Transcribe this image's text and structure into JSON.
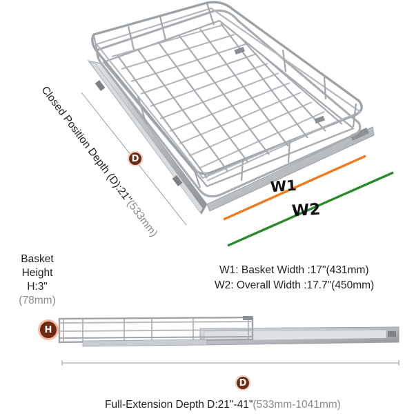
{
  "closed_depth": {
    "badge": "D",
    "label": "Closed Position Depth (D):21\"",
    "metric": "(533mm)"
  },
  "widths": {
    "w1_tag": "W1",
    "w2_tag": "W2",
    "w1_text": "W1: Basket Width :17\"(431mm)",
    "w2_text": "W2: Overall Width :17.7\"(450mm)",
    "w1_color": "#f07a1a",
    "w2_color": "#2a8a2a"
  },
  "height": {
    "line1": "Basket",
    "line2": "Height",
    "line3": "H:3\"",
    "metric": "(78mm)",
    "badge": "H"
  },
  "full_depth": {
    "badge": "D",
    "label": "Full-Extension Depth D:21\"-41\"",
    "metric": "(533mm-1041mm)"
  },
  "colors": {
    "badge_fill": "#6b2a12",
    "metal": "#b8bcc2"
  }
}
